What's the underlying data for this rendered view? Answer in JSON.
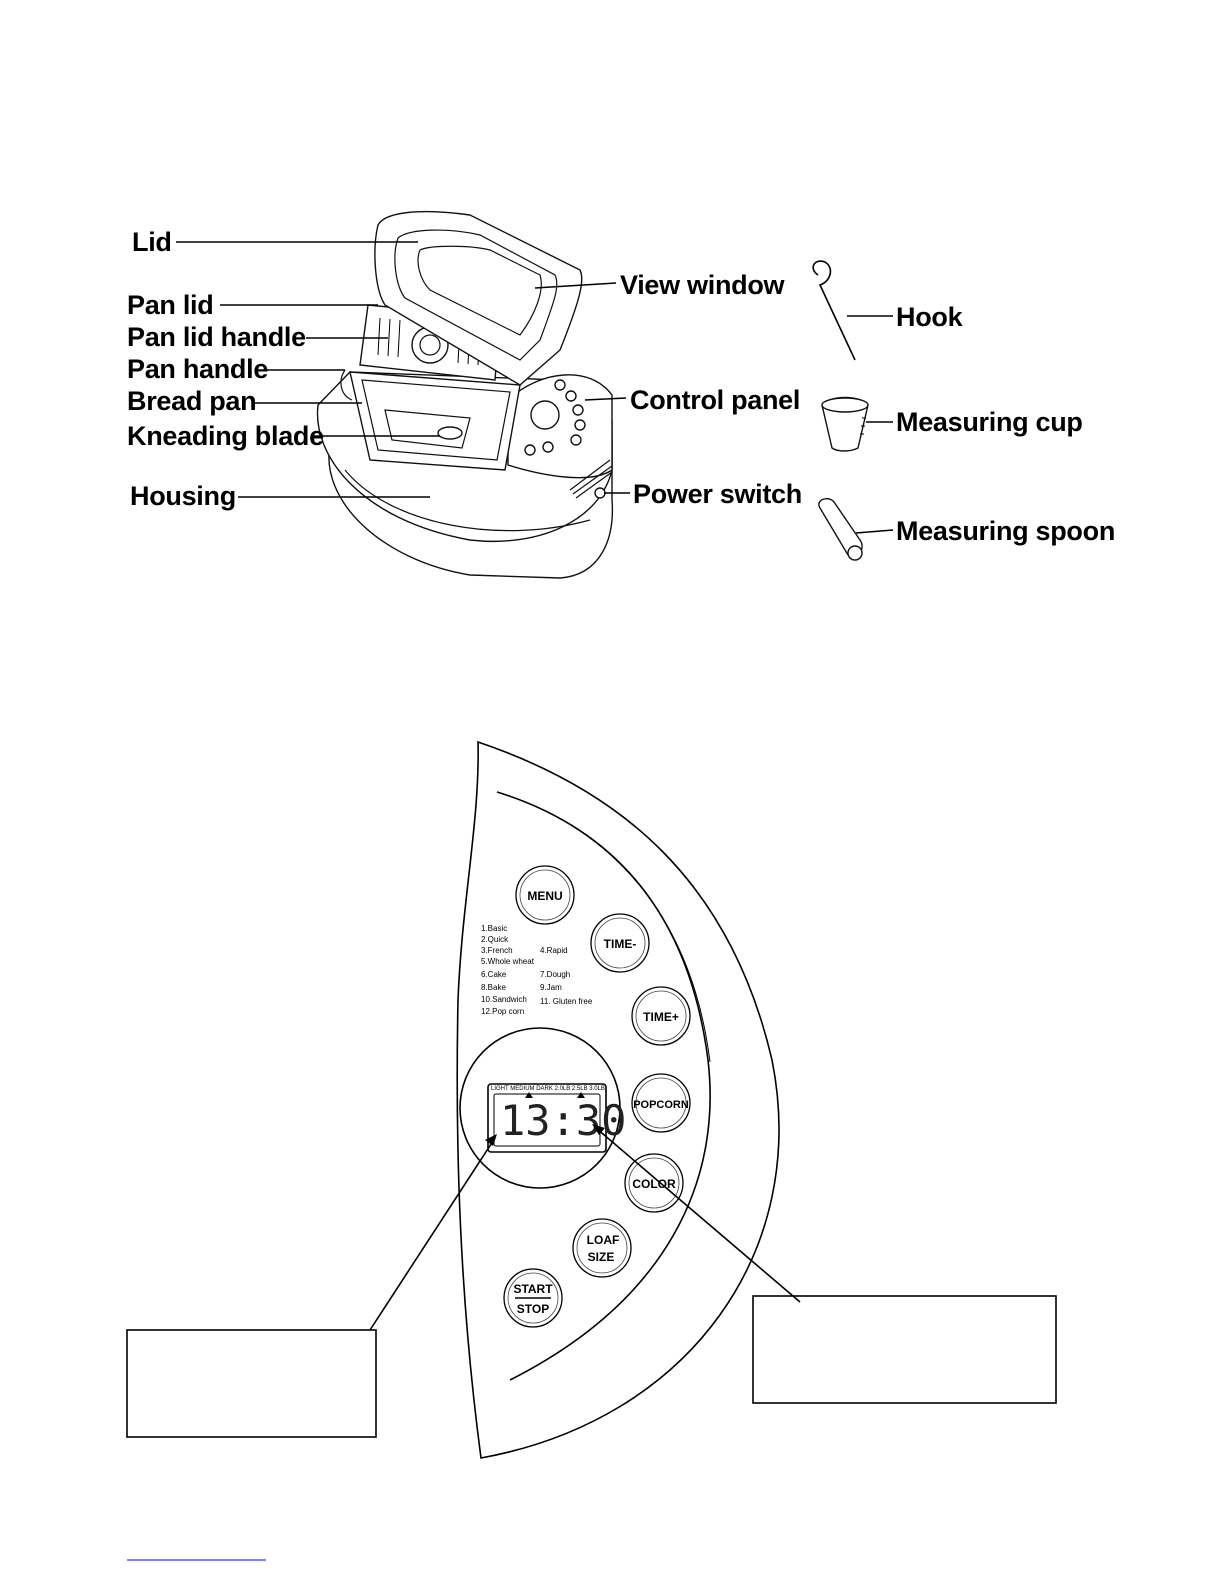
{
  "labels": {
    "lid": "Lid",
    "pan_lid": "Pan lid",
    "pan_lid_handle": "Pan lid handle",
    "pan_handle": "Pan handle",
    "bread_pan": "Bread pan",
    "kneading_blade": "Kneading blade",
    "housing": "Housing",
    "view_window": "View window",
    "control_panel": "Control panel",
    "power_switch": "Power switch",
    "hook": "Hook",
    "measuring_cup": "Measuring cup",
    "measuring_spoon": "Measuring spoon"
  },
  "panel": {
    "buttons": {
      "menu": "MENU",
      "time_minus": "TIME-",
      "time_plus": "TIME+",
      "popcorn": "POPCORN",
      "color": "COLOR",
      "loaf_size_1": "LOAF",
      "loaf_size_2": "SIZE",
      "start": "START",
      "stop": "STOP"
    },
    "menu_items": {
      "m1": "1.Basic",
      "m2": "2.Quick",
      "m3": "3.French",
      "m4": "4.Rapid",
      "m5": "5.Whole wheat",
      "m6": "6.Cake",
      "m7": "7.Dough",
      "m8": "8.Bake",
      "m9": "9.Jam",
      "m10": "10.Sandwich",
      "m11": "11. Gluten free",
      "m12": "12.Pop corn"
    },
    "lcd": {
      "indicators": "LIGHT MEDIUM DARK 2.0LB 2.5LB 3.0LB",
      "time": "13:30"
    }
  }
}
